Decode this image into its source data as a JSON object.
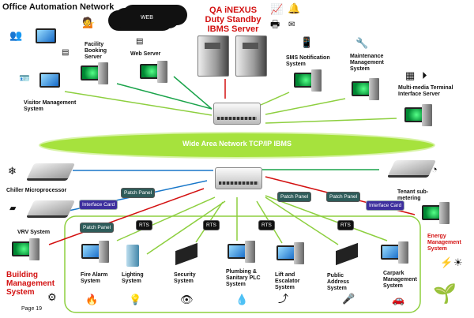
{
  "title": "Office Automation Network",
  "server": {
    "line1": "QA iNEXUS",
    "line2": "Duty Standby",
    "line3": "IBMS Server"
  },
  "cloud": "WEB",
  "wan": "Wide Area Network TCP/IP IBMS",
  "office_nodes": {
    "facility": "Facility Booking Server",
    "web": "Web Server",
    "visitor": "Visitor Management System",
    "sms": "SMS Notification System",
    "maintenance": "Maintenance Management System",
    "multimedia": "Multi-media Terminal Interface Server"
  },
  "building_nodes": {
    "chiller": "Chiller Microprocessor",
    "vrv": "VRV System",
    "tenant": "Tenant sub-metering",
    "energy": "Energy Management System",
    "bms": "Building Management System"
  },
  "subsystems": [
    "Fire Alarm System",
    "Lighting System",
    "Security System",
    "Plumbing & Sanitary PLC System",
    "Lift and Escalator System",
    "Public Address System",
    "Carpark Management System"
  ],
  "tags": {
    "patch": "Patch Panel",
    "interface": "Interface Card",
    "rts": "RTS"
  },
  "page": "Page 19",
  "colors": {
    "red": "#d31111",
    "green_line": "#8dcf3f",
    "dark_green_line": "#1aa34a",
    "blue_line": "#1877c9",
    "wan": "#9fe03a"
  }
}
